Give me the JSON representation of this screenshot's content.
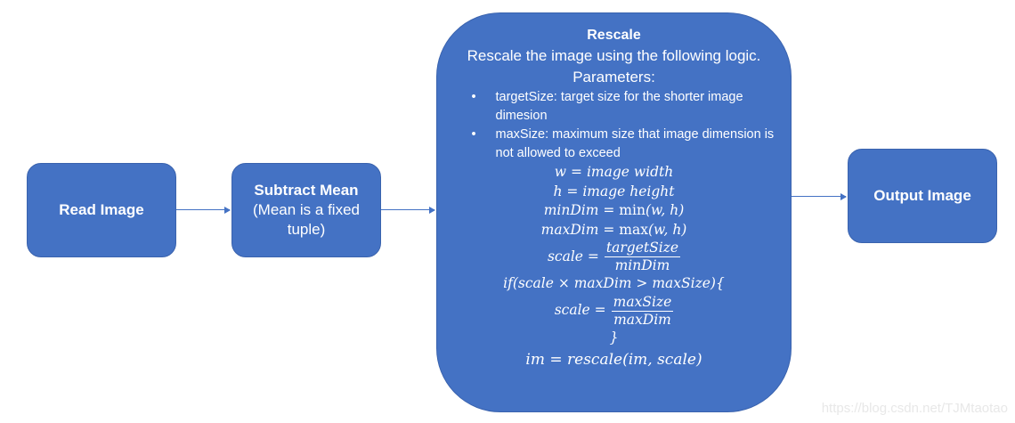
{
  "diagram": {
    "nodes": [
      {
        "id": "read",
        "title": "Read Image"
      },
      {
        "id": "subtract",
        "title": "Subtract Mean",
        "subtitle": "(Mean is a fixed tuple)"
      },
      {
        "id": "rescale",
        "title": "Rescale",
        "description": "Rescale the image using the following logic. Parameters:",
        "bullets": [
          "targetSize: target size for the shorter image dimesion",
          "maxSize: maximum size that image dimension is not allowed to exceed"
        ],
        "bullet_glyph": "•",
        "formulas": {
          "w": {
            "lhs": "w",
            "eq": "=",
            "rhs": "image width"
          },
          "h": {
            "lhs": "h",
            "eq": "=",
            "rhs": "image height"
          },
          "minDim": {
            "lhs": "minDim",
            "eq": "=",
            "fn": "min",
            "args": "(w, h)"
          },
          "maxDim": {
            "lhs": "maxDim",
            "eq": "=",
            "fn": "max",
            "args": "(w, h)"
          },
          "scale1": {
            "lhs": "scale",
            "eq": "=",
            "num": "targetSize",
            "den": "minDim"
          },
          "if_open": "if(scale × maxDim > maxSize){",
          "scale2": {
            "lhs": "scale",
            "eq": "=",
            "num": "maxSize",
            "den": "maxDim"
          },
          "if_close": "}",
          "final": "im = rescale(im, scale)"
        }
      },
      {
        "id": "output",
        "title": "Output Image"
      }
    ],
    "edges": [
      {
        "from": "read",
        "to": "subtract"
      },
      {
        "from": "subtract",
        "to": "rescale"
      },
      {
        "from": "rescale",
        "to": "output"
      }
    ],
    "colors": {
      "node_fill": "#4472C4",
      "node_border": "#3A63AE",
      "arrow": "#4472C4",
      "text": "#FFFFFF"
    }
  },
  "watermark": "https://blog.csdn.net/TJMtaotao"
}
